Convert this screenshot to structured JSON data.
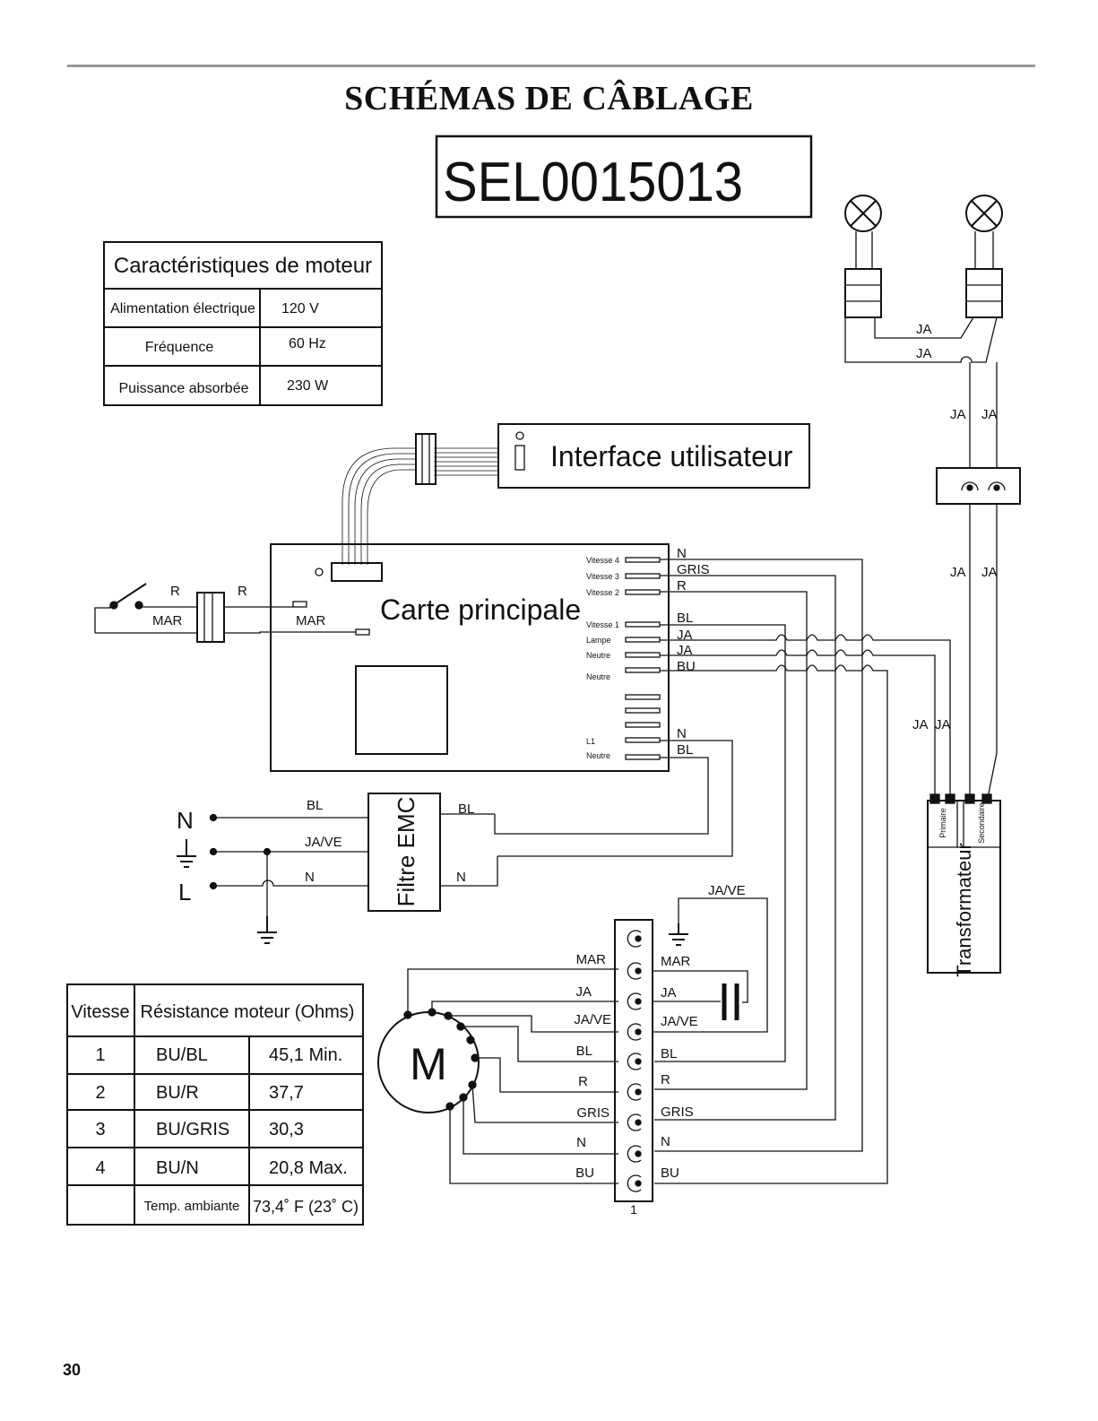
{
  "page": {
    "title": "SCHÉMAS DE CÂBLAGE",
    "model": "SEL0015013",
    "page_number": "30"
  },
  "motor_specs": {
    "title": "Caractéristiques de moteur",
    "rows": [
      {
        "label": "Alimentation électrique",
        "value": "120 V"
      },
      {
        "label": "Fréquence",
        "value": "60 Hz"
      },
      {
        "label": "Puissance absorbée",
        "value": "230 W"
      }
    ]
  },
  "resistance_table": {
    "headers": [
      "Vitesse",
      "Résistance moteur (Ohms)"
    ],
    "rows": [
      [
        "1",
        "BU/BL",
        "45,1 Min."
      ],
      [
        "2",
        "BU/R",
        "37,7"
      ],
      [
        "3",
        "BU/GRIS",
        "30,3"
      ],
      [
        "4",
        "BU/N",
        "20,8 Max."
      ]
    ],
    "footer": [
      "",
      "Temp. ambiante",
      "73,4˚ F (23˚ C)"
    ]
  },
  "components": {
    "user_interface": "Interface utilisateur",
    "main_board": "Carte principale",
    "emc_filter": "Filtre EMC",
    "transformer": "Transformateur",
    "transformer_primary": "Primaire",
    "transformer_secondary": "Secondaire",
    "motor": "M",
    "terminal_number": "1"
  },
  "board_pins": [
    "Vitesse 4",
    "Vitesse 3",
    "Vitesse 2",
    "Vitesse 1",
    "Lampe",
    "Neutre",
    "Neutre",
    "L1",
    "Neutre"
  ],
  "board_wires": [
    "N",
    "GRIS",
    "R",
    "BL",
    "JA",
    "JA",
    "BU",
    "N",
    "BL"
  ],
  "switch_labels": {
    "r1": "R",
    "r2": "R",
    "mar1": "MAR",
    "mar2": "MAR"
  },
  "mains": {
    "n": "N",
    "l": "L"
  },
  "emc_wires": {
    "bl_in": "BL",
    "jave": "JA/VE",
    "n_in": "N",
    "bl_out": "BL",
    "n_out": "N"
  },
  "terminal_left": [
    "MAR",
    "JA",
    "JA/VE",
    "BL",
    "R",
    "GRIS",
    "N",
    "BU"
  ],
  "terminal_right": [
    "JA/VE",
    "MAR",
    "JA",
    "JA/VE",
    "BL",
    "R",
    "GRIS",
    "N",
    "BU"
  ],
  "lamp_wires": [
    "JA",
    "JA",
    "JA",
    "JA",
    "JA",
    "JA",
    "JA",
    "JA"
  ]
}
